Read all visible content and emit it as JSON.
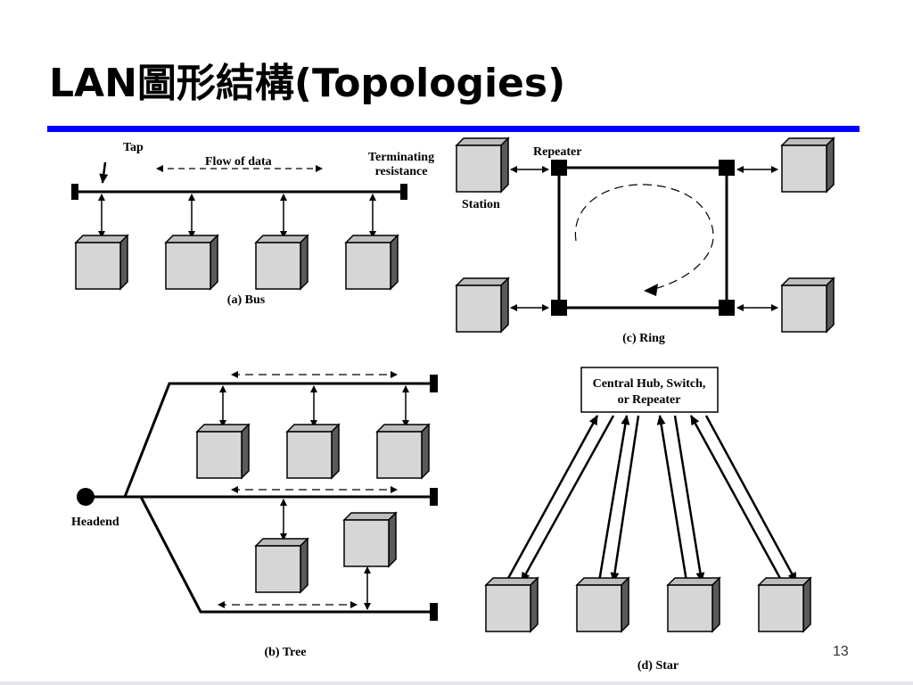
{
  "slide": {
    "title_latin": "LAN",
    "title_cjk": "圖形結構",
    "title_paren": "(Topologies)",
    "page_number": "13"
  },
  "bus": {
    "tap_label": "Tap",
    "flow_label": "Flow of data",
    "terminating_line1": "Terminating",
    "terminating_line2": "resistance",
    "caption": "(a) Bus"
  },
  "ring": {
    "repeater_label": "Repeater",
    "station_label": "Station",
    "caption": "(c) Ring"
  },
  "tree": {
    "headend_label": "Headend",
    "caption": "(b) Tree"
  },
  "star": {
    "hub_line1": "Central Hub, Switch,",
    "hub_line2": "or Repeater",
    "caption": "(d) Star"
  },
  "colors": {
    "accent_rule": "#0000ff",
    "station_face": "#d3d3d3",
    "station_side": "#555555",
    "line": "#000000"
  }
}
